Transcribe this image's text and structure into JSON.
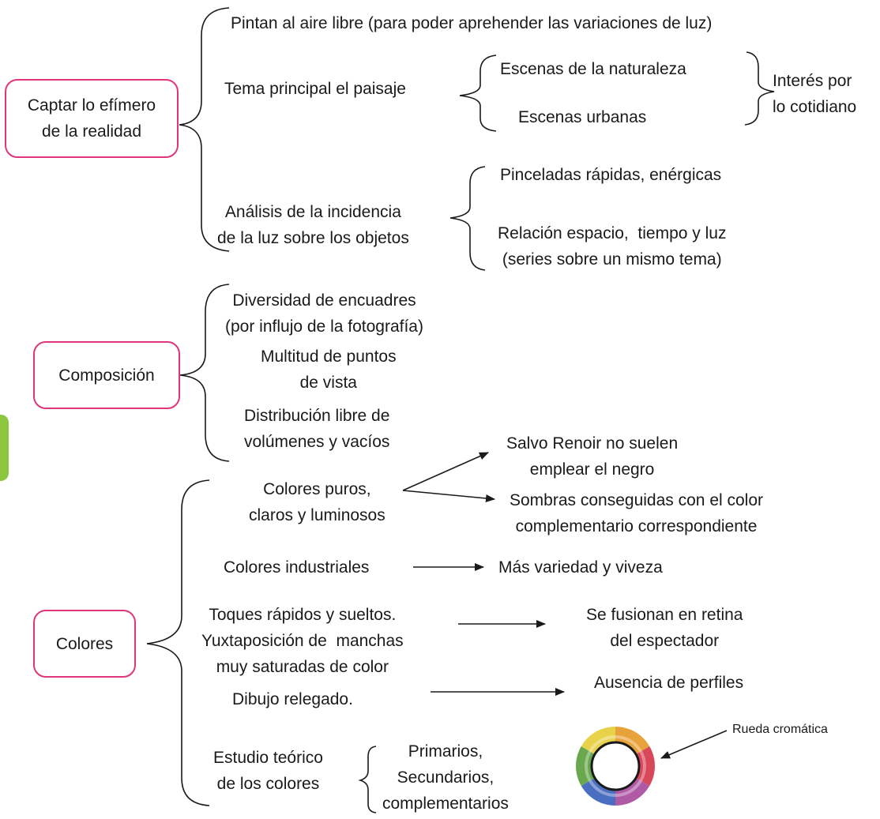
{
  "boxes": {
    "captar": "Captar lo efímero\nde la realidad",
    "composicion": "Composición",
    "colores": "Colores"
  },
  "captar": {
    "aire_libre": "Pintan al aire libre (para poder aprehender las variaciones de luz)",
    "tema": "Tema principal el paisaje",
    "naturaleza": "Escenas de la naturaleza",
    "urbanas": "Escenas urbanas",
    "interes": "Interés por\nlo cotidiano",
    "analisis": "Análisis de la incidencia\nde la luz sobre los objetos",
    "pinceladas": "Pinceladas rápidas, enérgicas",
    "relacion": "Relación espacio,  tiempo y luz\n(series sobre un mismo tema)"
  },
  "composicion": {
    "encuadres": "Diversidad de encuadres\n(por influjo de la fotografía)",
    "puntos": "Multitud de puntos\nde vista",
    "distribucion": "Distribución libre de\nvolúmenes y vacíos"
  },
  "colores": {
    "puros": "Colores puros,\nclaros y luminosos",
    "renoir": "Salvo Renoir no suelen\nemplear el negro",
    "sombras": "Sombras conseguidas con el color\ncomplementario correspondiente",
    "industriales": "Colores industriales",
    "variedad": "Más variedad y viveza",
    "toques": "Toques rápidos y sueltos.\nYuxtaposición de  manchas\nmuy saturadas de color",
    "fusionan": "Se fusionan en retina\ndel espectador",
    "dibujo": "Dibujo relegado.",
    "perfiles": "Ausencia de perfiles",
    "estudio": "Estudio teórico\nde los colores",
    "tipos": "Primarios,\nSecundarios,\ncomplementarios",
    "rueda": "Rueda cromática"
  },
  "colors": {
    "box_border": "#e0357a",
    "tab": "#8cc63f",
    "line": "#1a1a1a"
  }
}
